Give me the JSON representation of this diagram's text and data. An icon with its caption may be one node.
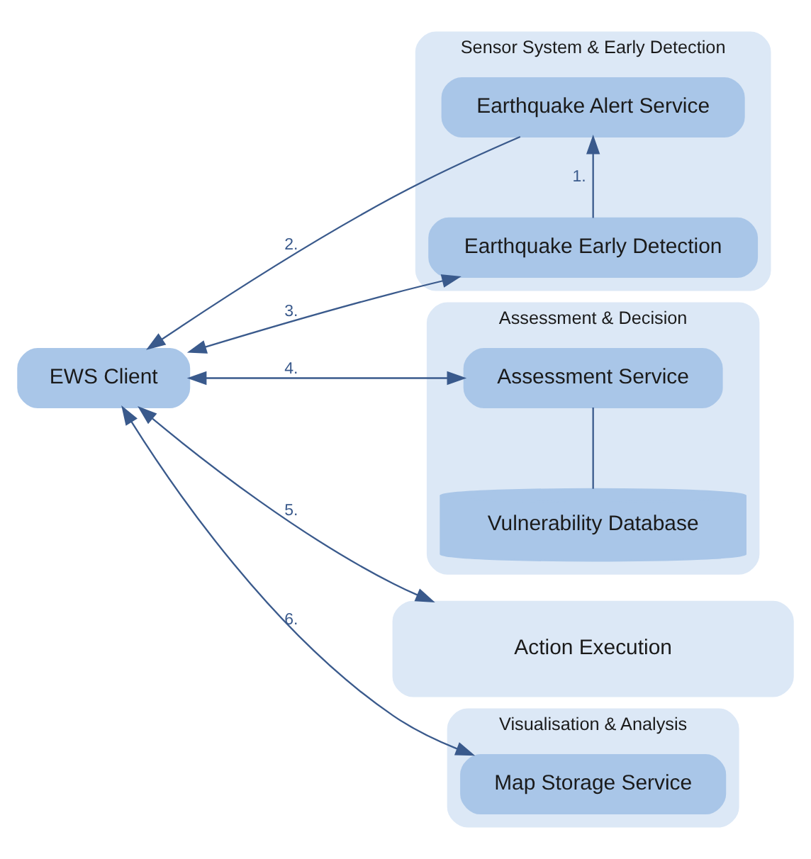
{
  "diagram": {
    "nodes": [
      {
        "text": [
          "EWS Client"
        ]
      },
      {
        "text": [
          "Sensor System & Early Detection"
        ]
      },
      {
        "text": [
          "Earthquake Alert Service"
        ],
        "in": 1
      },
      {
        "text": [
          "Earthquake Early Detection"
        ],
        "in": 1
      },
      {
        "text": [
          "Assessment & Decision"
        ]
      },
      {
        "text": [
          "Assessment Service"
        ],
        "in": 4
      },
      {
        "text": [
          "Vulnerability Database"
        ],
        "in": 4
      },
      {
        "text": [
          "Action Execution"
        ]
      },
      {
        "text": [
          "Visualisation & Analysis"
        ]
      },
      {
        "text": [
          "Map Storage Service"
        ],
        "in": 8
      }
    ],
    "edges": [
      {
        "from": 3,
        "to": 2,
        "arrow": "to",
        "label": "1."
      },
      {
        "from": 2,
        "to": 0,
        "arrow": "to",
        "label": "2."
      },
      {
        "from": 0,
        "to": 3,
        "arrow": "both",
        "label": "3."
      },
      {
        "from": 0,
        "to": 5,
        "arrow": "both",
        "label": "4."
      },
      {
        "from": 0,
        "to": 7,
        "arrow": "both",
        "label": "5."
      },
      {
        "from": 0,
        "to": 9,
        "arrow": "both",
        "label": "6."
      },
      {
        "from": 5,
        "to": 6,
        "arrow": "none"
      }
    ]
  }
}
